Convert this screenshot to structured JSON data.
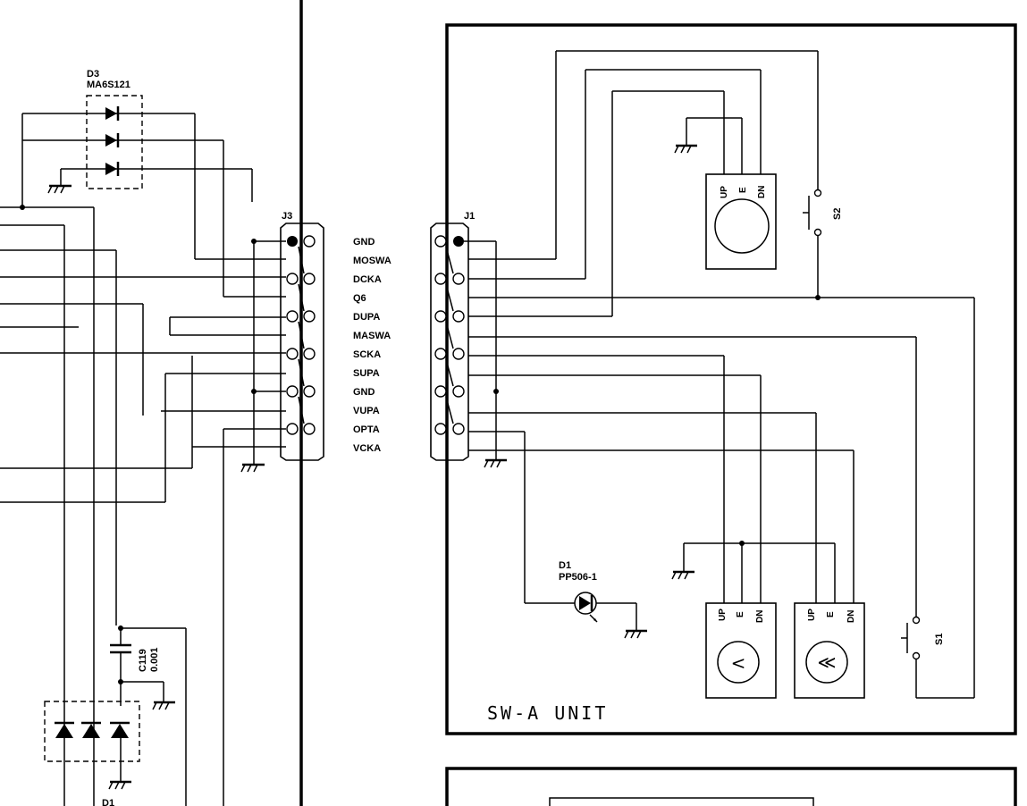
{
  "d3": {
    "ref": "D3",
    "part": "MA6S121"
  },
  "j3": {
    "ref": "J3"
  },
  "j1": {
    "ref": "J1"
  },
  "signals": [
    "GND",
    "MOSWA",
    "DCKA",
    "Q6",
    "DUPA",
    "MASWA",
    "SCKA",
    "SUPA",
    "GND",
    "VUPA",
    "OPTA",
    "VCKA"
  ],
  "encoder_pins": {
    "up": "UP",
    "e": "E",
    "dn": "DN"
  },
  "s2": "S2",
  "s1": "S1",
  "d1": {
    "ref": "D1",
    "part": "PP506-1"
  },
  "c119": {
    "ref": "C119",
    "value": "0.001"
  },
  "bottom_diode": "D1",
  "knob_symbols": {
    "single": "<",
    "double": "≪"
  },
  "unit_title": "SW-A UNIT"
}
